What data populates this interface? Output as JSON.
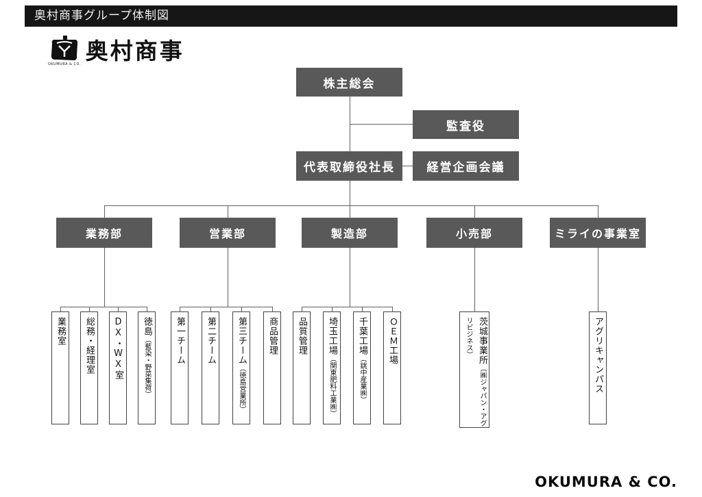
{
  "title_bar": {
    "title": "奥村商事グループ体制図"
  },
  "logo": {
    "name": "奥村商事",
    "caption": "OKUMURA & CO."
  },
  "footer": {
    "brand": "OKUMURA & CO."
  },
  "chart": {
    "shareholders": "株主総会",
    "auditor": "監査役",
    "president": "代表取締役社長",
    "planning_meeting": "経営企画会議",
    "departments": [
      {
        "label": "業務部",
        "children": [
          {
            "label": "業務室",
            "note": ""
          },
          {
            "label": "総務・経理室",
            "note": ""
          },
          {
            "label": "DX・WX室",
            "note": ""
          },
          {
            "label": "徳島",
            "note": "（藍染・野菜集荷）"
          }
        ]
      },
      {
        "label": "営業部",
        "children": [
          {
            "label": "第一チーム",
            "note": ""
          },
          {
            "label": "第二チーム",
            "note": ""
          },
          {
            "label": "第三チーム",
            "note": "（徳島営業所）"
          },
          {
            "label": "商品管理",
            "note": ""
          }
        ]
      },
      {
        "label": "製造部",
        "children": [
          {
            "label": "品質管理",
            "note": ""
          },
          {
            "label": "埼玉工場",
            "note": "（関東肥料工業㈱）"
          },
          {
            "label": "千葉工場",
            "note": "（銚中産業㈱）"
          },
          {
            "label": "ＯＥＭ工場",
            "note": ""
          }
        ]
      },
      {
        "label": "小売部",
        "children": [
          {
            "label": "茨城事業所",
            "note": "（㈱ジャパン・アグリビジネス）"
          }
        ]
      },
      {
        "label": "ミライの事業室",
        "children": [
          {
            "label": "アグリキャンパス",
            "note": ""
          }
        ]
      }
    ]
  }
}
